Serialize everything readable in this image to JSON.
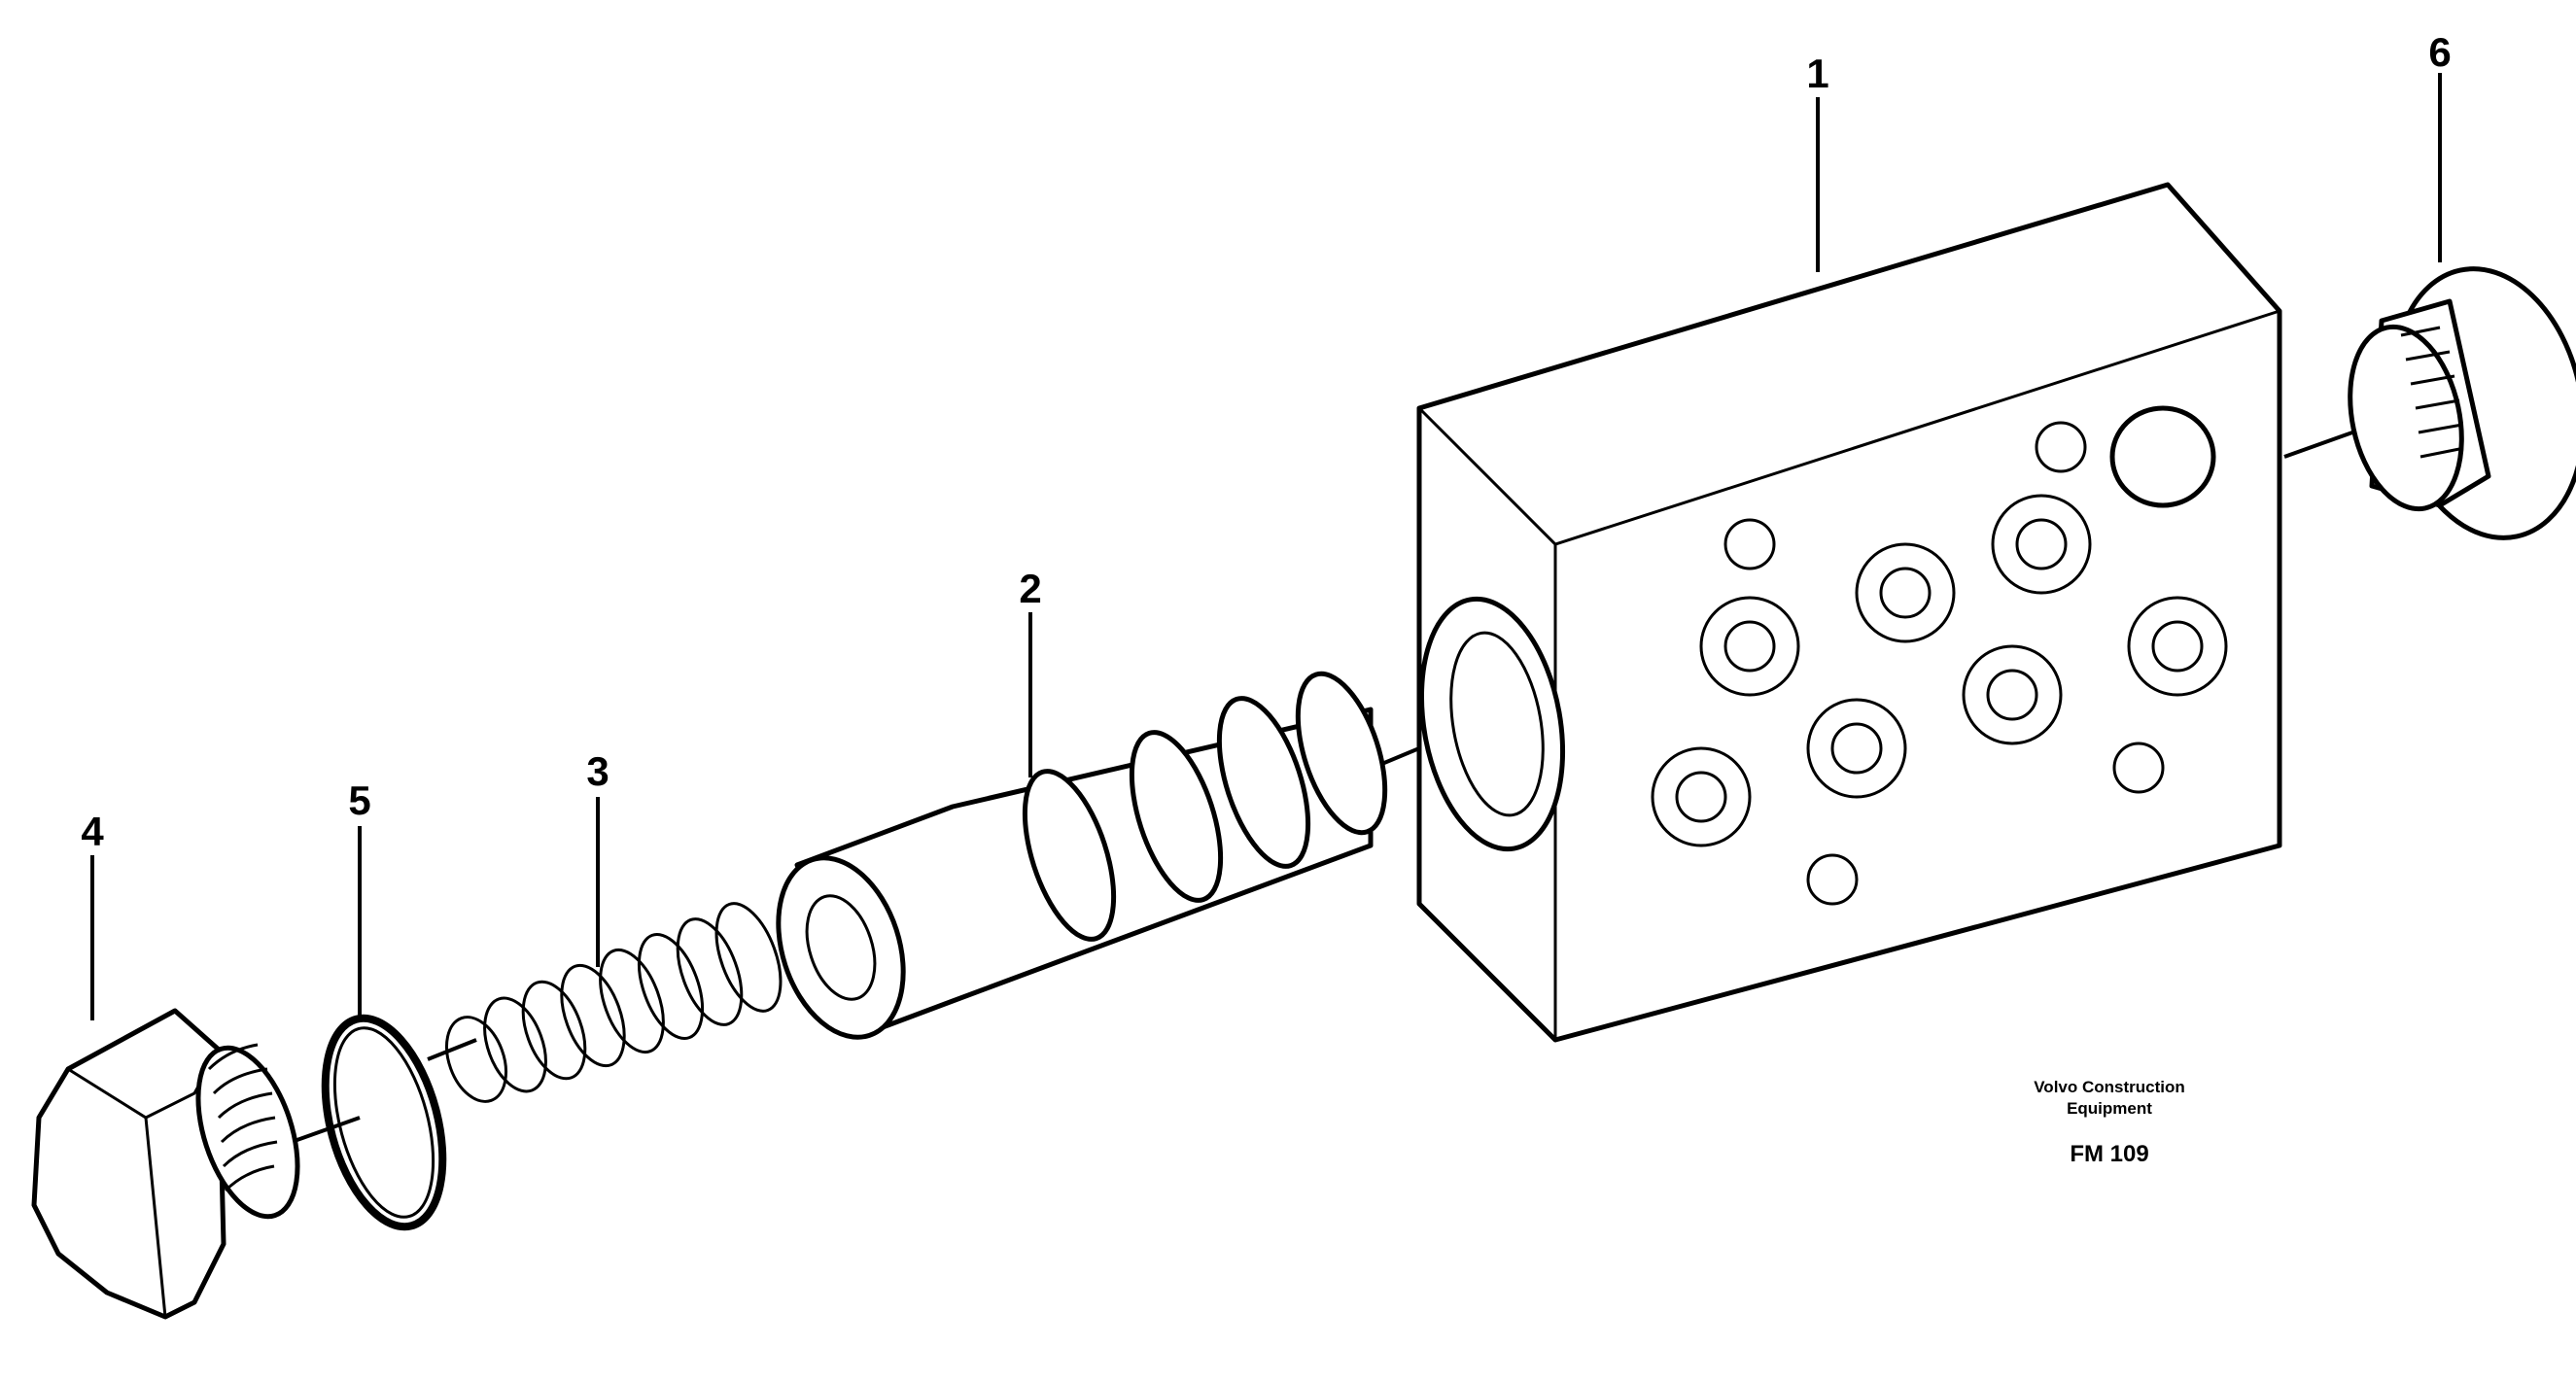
{
  "callouts": [
    {
      "id": "1",
      "text": "1"
    },
    {
      "id": "2",
      "text": "2"
    },
    {
      "id": "3",
      "text": "3"
    },
    {
      "id": "4",
      "text": "4"
    },
    {
      "id": "5",
      "text": "5"
    },
    {
      "id": "6",
      "text": "6"
    }
  ],
  "credit": {
    "line1": "Volvo Construction",
    "line2": "Equipment",
    "code": "FM 109"
  }
}
